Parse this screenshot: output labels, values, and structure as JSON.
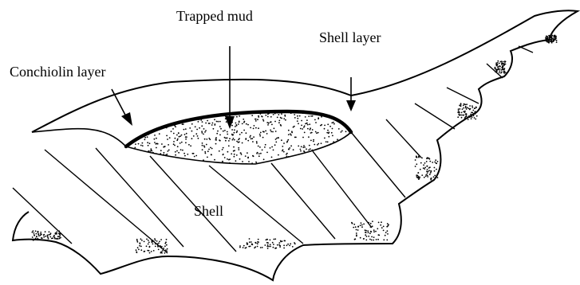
{
  "labels": {
    "trapped_mud": "Trapped mud",
    "shell_layer": "Shell layer",
    "conchiolin_layer": "Conchiolin layer",
    "shell": "Shell"
  },
  "colors": {
    "ink": "#000000",
    "background": "#ffffff"
  }
}
